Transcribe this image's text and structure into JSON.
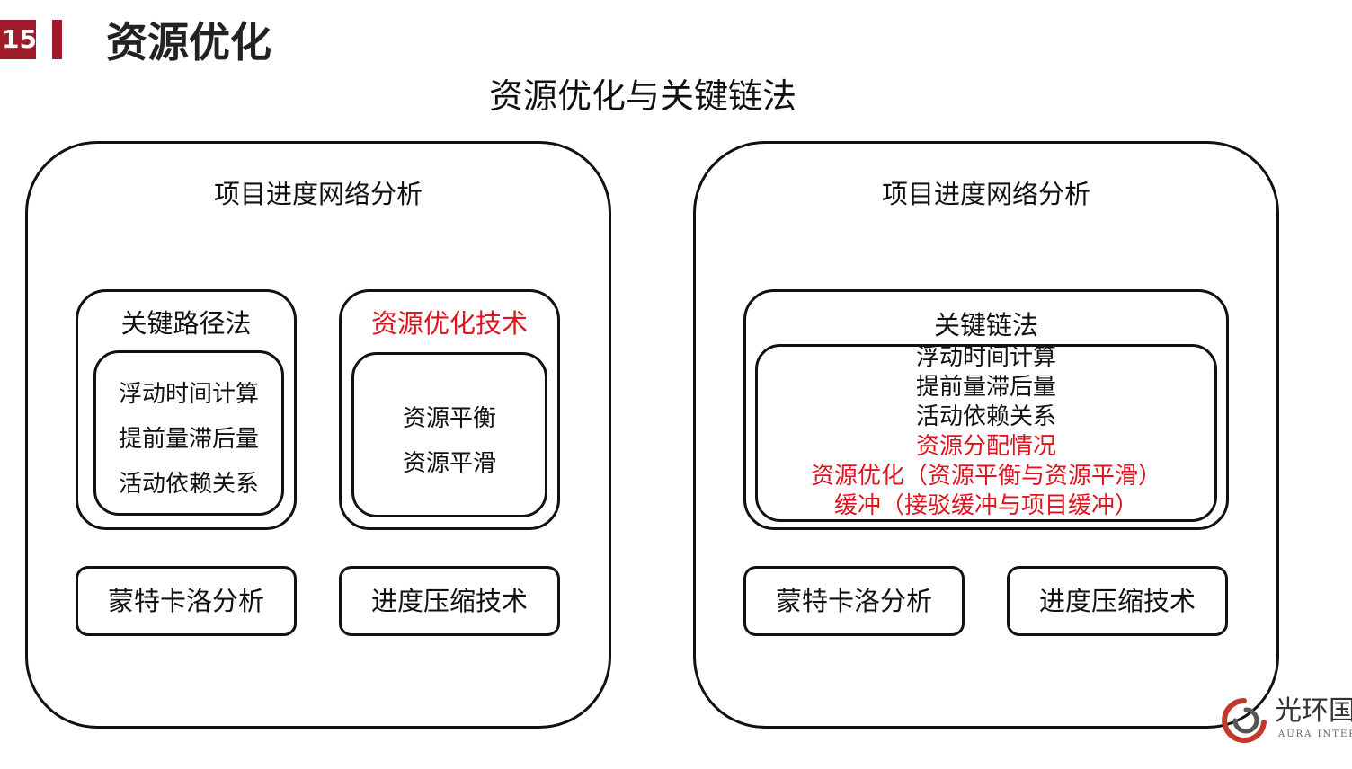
{
  "header": {
    "slide_number": "15",
    "title": "资源优化",
    "subtitle": "资源优化与关键链法"
  },
  "left_panel": {
    "title": "项目进度网络分析",
    "cpm": {
      "title": "关键路径法",
      "items": [
        "浮动时间计算",
        "提前量滞后量",
        "活动依赖关系"
      ]
    },
    "resource_opt": {
      "title": "资源优化技术",
      "items": [
        "资源平衡",
        "资源平滑"
      ]
    },
    "monte_carlo": "蒙特卡洛分析",
    "compression": "进度压缩技术"
  },
  "right_panel": {
    "title": "项目进度网络分析",
    "ccm": {
      "title": "关键链法",
      "items": [
        "浮动时间计算",
        "提前量滞后量",
        "活动依赖关系"
      ],
      "red_items": [
        "资源分配情况",
        "资源优化（资源平衡与资源平滑）",
        "缓冲（接驳缓冲与项目缓冲）"
      ]
    },
    "monte_carlo": "蒙特卡洛分析",
    "compression": "进度压缩技术"
  },
  "logo": {
    "text": "光环国",
    "sub": "AURA INTERNA"
  },
  "colors": {
    "accent": "#9e1b2a",
    "highlight": "#e0141e"
  }
}
